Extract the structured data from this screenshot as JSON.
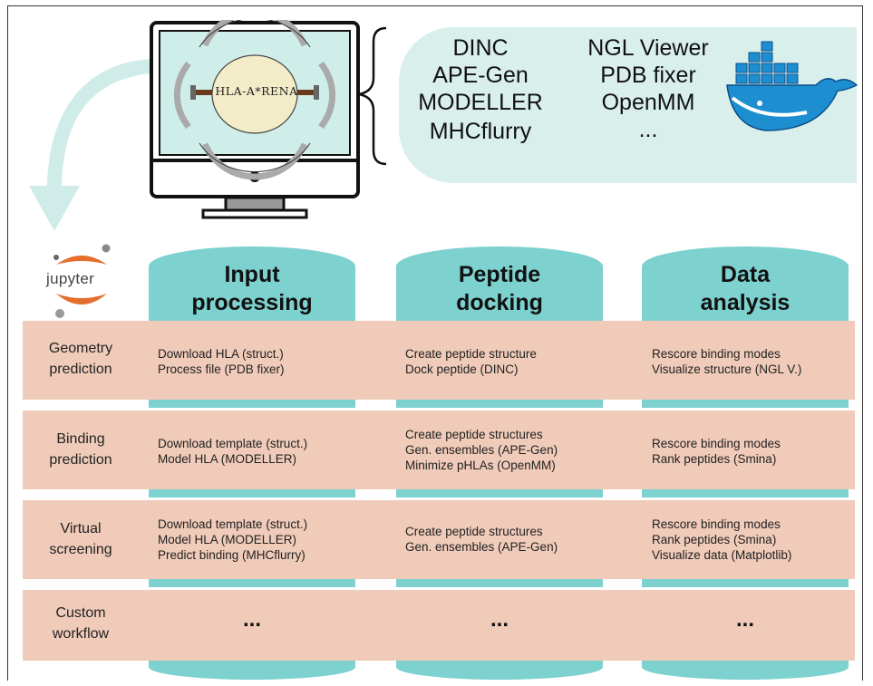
{
  "logo": {
    "hla_arena_text": "HLA-A*RENA"
  },
  "tools": {
    "left": [
      "DINC",
      "APE-Gen",
      "MODELLER",
      "MHCflurry"
    ],
    "right": [
      "NGL Viewer",
      "PDB fixer",
      "OpenMM",
      "..."
    ]
  },
  "jupyter": {
    "label": "jupyter"
  },
  "columns": [
    {
      "title_line1": "Input",
      "title_line2": "processing"
    },
    {
      "title_line1": "Peptide",
      "title_line2": "docking"
    },
    {
      "title_line1": "Data",
      "title_line2": "analysis"
    }
  ],
  "rows": [
    {
      "label_line1": "Geometry",
      "label_line2": "prediction",
      "input": [
        "Download HLA (struct.)",
        "Process file (PDB fixer)"
      ],
      "docking": [
        "Create peptide structure",
        "Dock peptide (DINC)"
      ],
      "analysis": [
        "Rescore binding modes",
        "Visualize structure (NGL V.)"
      ]
    },
    {
      "label_line1": "Binding",
      "label_line2": "prediction",
      "input": [
        "Download template (struct.)",
        "Model HLA (MODELLER)"
      ],
      "docking": [
        "Create peptide structures",
        "Gen. ensembles (APE-Gen)",
        "Minimize pHLAs (OpenMM)"
      ],
      "analysis": [
        "Rescore binding modes",
        "Rank peptides (Smina)"
      ]
    },
    {
      "label_line1": "Virtual",
      "label_line2": "screening",
      "input": [
        "Download template (struct.)",
        "Model HLA (MODELLER)",
        "Predict binding (MHCflurry)"
      ],
      "docking": [
        "Create peptide structures",
        "Gen. ensembles (APE-Gen)"
      ],
      "analysis": [
        "Rescore binding modes",
        "Rank peptides (Smina)",
        "Visualize data (Matplotlib)"
      ]
    },
    {
      "label_line1": "Custom",
      "label_line2": "workflow",
      "ellipsis": "..."
    }
  ],
  "colors": {
    "teal": "#7dd1cf",
    "light_teal": "#d9efec",
    "salmon": "#f0cbb9",
    "docker_blue": "#1d8fd1",
    "jupyter_orange": "#e46e2e"
  }
}
